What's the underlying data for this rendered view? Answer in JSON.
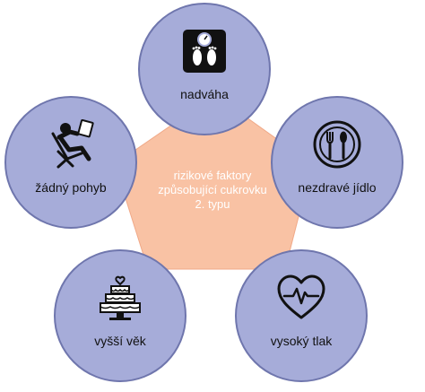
{
  "diagram": {
    "center": {
      "lines": [
        "rizikové faktory",
        "způsobující cukrovku",
        "2. typu"
      ],
      "fill": "#f9c2a4"
    },
    "nodes": [
      {
        "label": "nadváha",
        "icon": "bathroom-scale-icon"
      },
      {
        "label": "nezdravé jídlo",
        "icon": "plate-fork-spoon-icon"
      },
      {
        "label": "vysoký tlak",
        "icon": "heart-pulse-icon"
      },
      {
        "label": "vyšší věk",
        "icon": "birthday-cake-icon"
      },
      {
        "label": "žádný pohyb",
        "icon": "lounging-person-icon"
      }
    ],
    "colors": {
      "node_fill": "#a6acd9",
      "node_border": "#6f76ad",
      "icon": "#111111",
      "center_text": "#ffffff"
    }
  }
}
